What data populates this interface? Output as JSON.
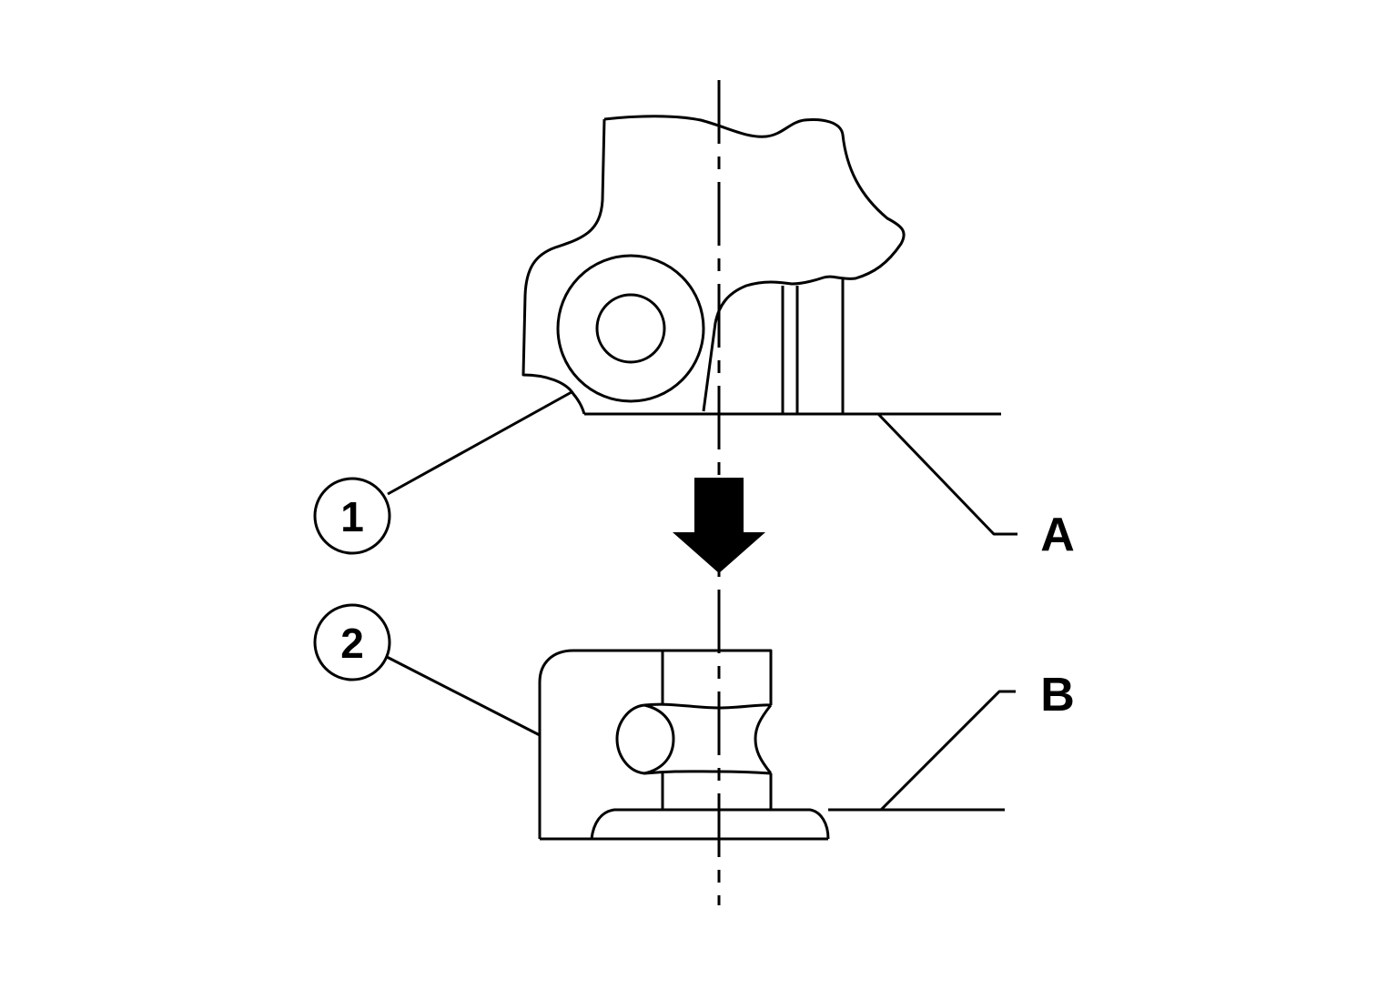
{
  "callouts": {
    "part_1": "1",
    "part_2": "2"
  },
  "labels": {
    "surface_a": "A",
    "surface_b": "B"
  },
  "colors": {
    "line": "#000000",
    "background": "#ffffff"
  },
  "icons": {
    "direction_arrow": "arrow-down-icon"
  }
}
